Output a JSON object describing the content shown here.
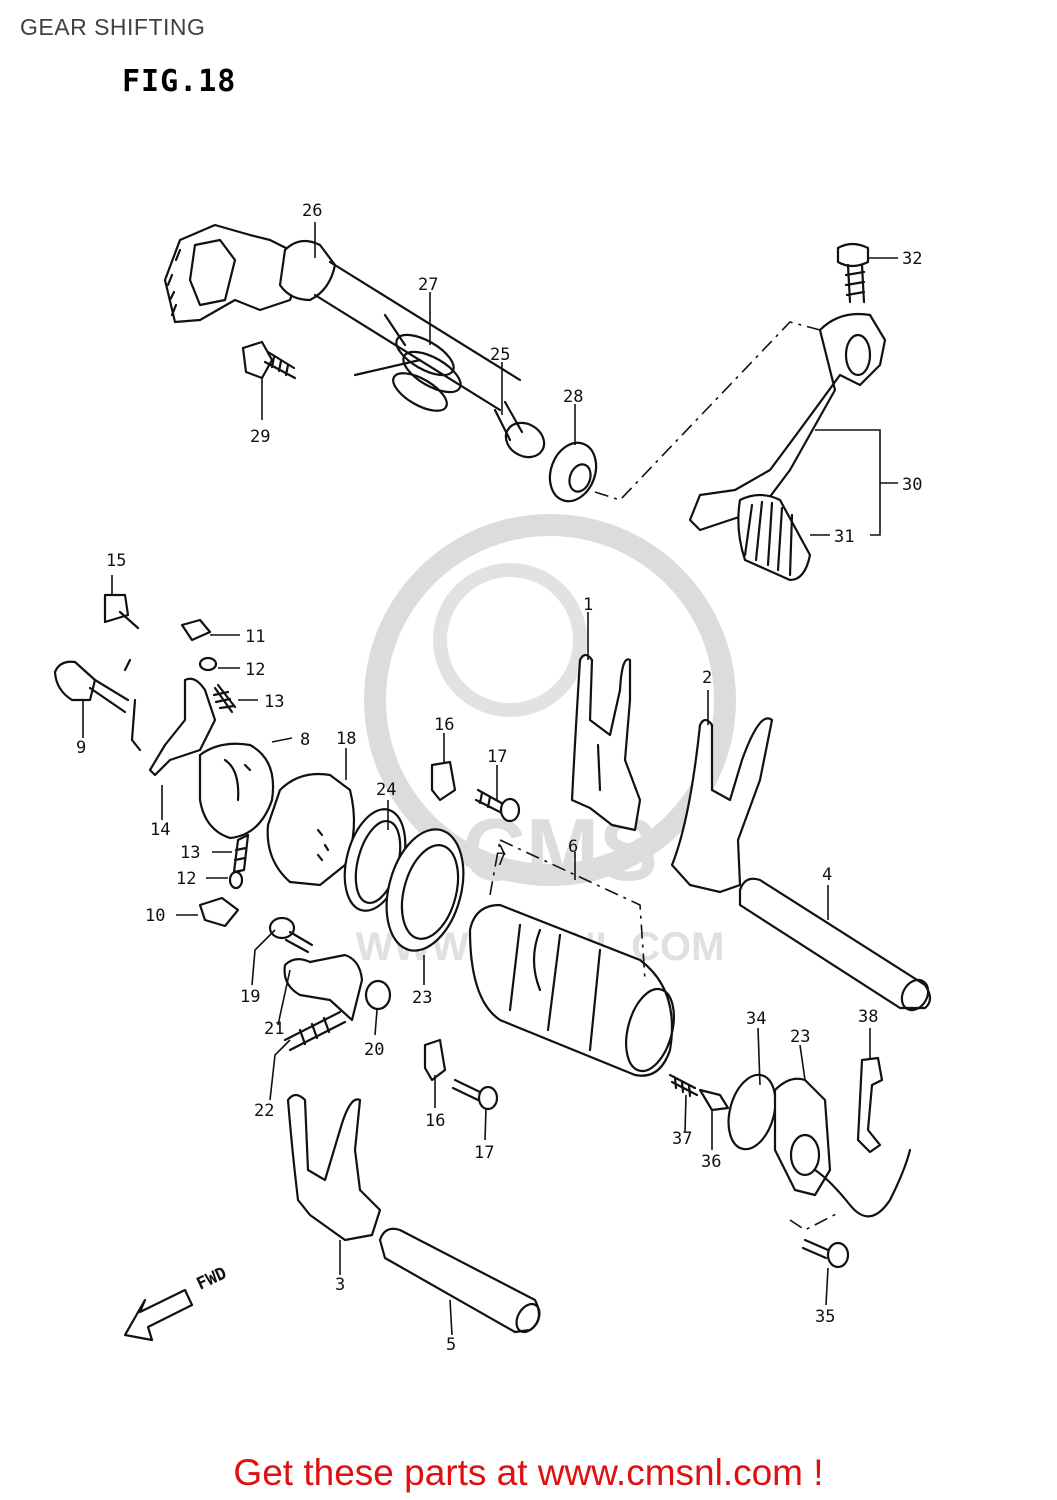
{
  "header": {
    "title": "GEAR SHIFTING"
  },
  "figure": {
    "label": "FIG.18",
    "direction_label": "FWD"
  },
  "watermark": {
    "text": "CMS",
    "url_text": "WWW.CMSNL.COM",
    "color": "#d9d9d9"
  },
  "callouts": {
    "c1": "1",
    "c2": "2",
    "c3": "3",
    "c4": "4",
    "c5": "5",
    "c6": "6",
    "c7": "7",
    "c8": "8",
    "c9": "9",
    "c10": "10",
    "c11": "11",
    "c12a": "12",
    "c12b": "12",
    "c13a": "13",
    "c13b": "13",
    "c14": "14",
    "c15": "15",
    "c16a": "16",
    "c16b": "16",
    "c17a": "17",
    "c17b": "17",
    "c18": "18",
    "c19": "19",
    "c20": "20",
    "c21": "21",
    "c22": "22",
    "c23a": "23",
    "c23b": "23",
    "c24": "24",
    "c25": "25",
    "c26": "26",
    "c27": "27",
    "c28": "28",
    "c29": "29",
    "c30": "30",
    "c31": "31",
    "c32": "32",
    "c34": "34",
    "c35": "35",
    "c36": "36",
    "c37": "37",
    "c38": "38"
  },
  "footer": {
    "link_text": "Get these parts at www.cmsnl.com !",
    "link_color": "#e01010"
  }
}
